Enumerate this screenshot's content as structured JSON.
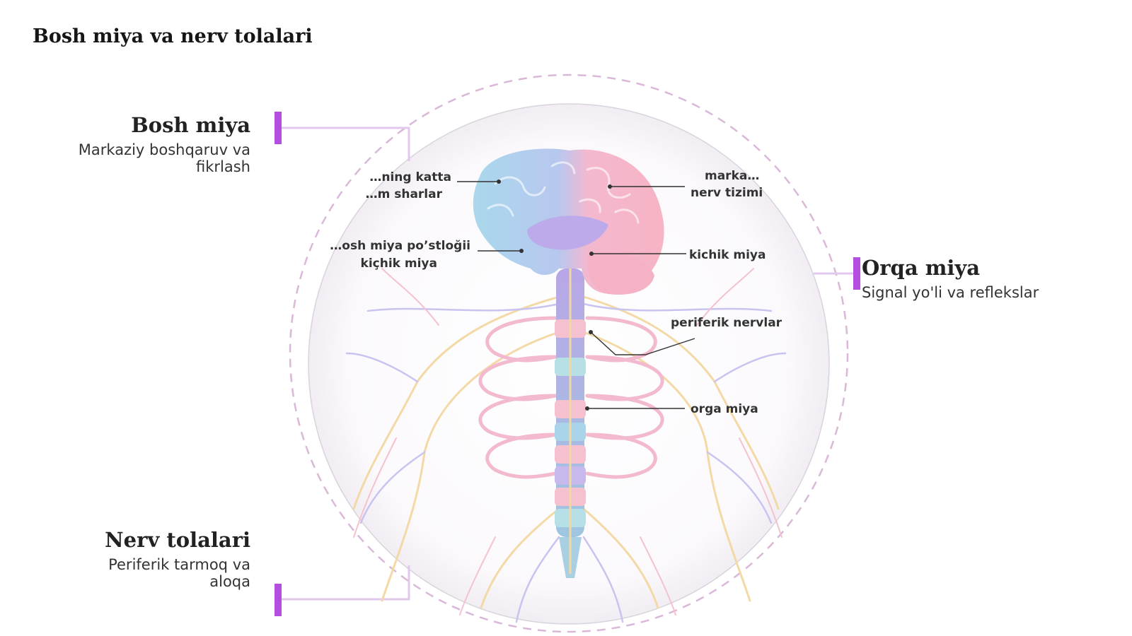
{
  "title": "Bosh miya va nerv tolalari",
  "accent_color": "#b44ee0",
  "callouts": {
    "brain": {
      "title": "Bosh miya",
      "desc": "Markaziy boshqaruv va fikrlash"
    },
    "spine": {
      "title": "Orqa miya",
      "desc": "Signal yo'li va reflekslar"
    },
    "nerves": {
      "title": "Nerv tolalari",
      "desc": "Periferik tarmoq va aloqa"
    }
  },
  "illustration_labels": {
    "hemispheres": [
      "…ning katta",
      "…m sharlar"
    ],
    "cns": [
      "marka…",
      "nerv tizimi"
    ],
    "cortex": [
      "…osh miya po’stloğii",
      "kiçhik miya"
    ],
    "cerebellum": "kichik miya",
    "peripheral": "periferik nervlar",
    "spinal_cord": "orga miya"
  }
}
